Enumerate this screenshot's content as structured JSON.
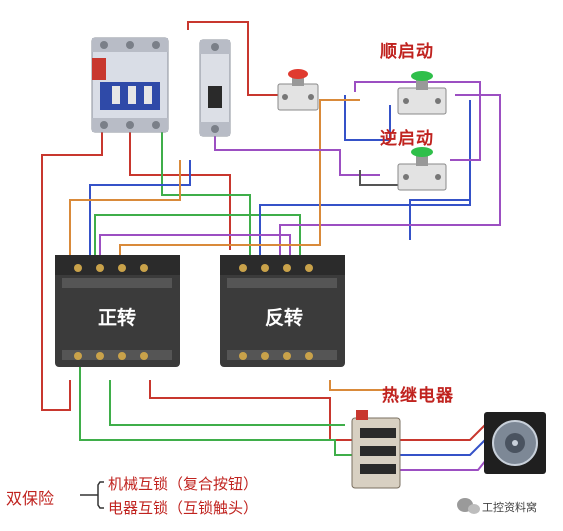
{
  "labels": {
    "forward_start": "顺启动",
    "reverse_start": "逆启动",
    "forward_contactor": "正转",
    "reverse_contactor": "反转",
    "thermal_relay": "热继电器"
  },
  "notes": {
    "double_protection": "双保险",
    "mechanical_interlock": "机械互锁（复合按钮）",
    "electrical_interlock": "电器互锁（互锁触头）"
  },
  "watermark": "工控资料窝",
  "colors": {
    "wire_red": "#c8372e",
    "wire_green": "#3fae4a",
    "wire_blue": "#3552c8",
    "wire_purple": "#9c4fc2",
    "wire_orange": "#d98a3a",
    "label_red": "#c0231f",
    "contactor_body": "#3b3b3b",
    "breaker_body": "#d9dde6",
    "button_red": "#e03a2f",
    "button_green": "#2fbf4a"
  },
  "icons": [
    "wechat-icon",
    "motor-icon"
  ]
}
